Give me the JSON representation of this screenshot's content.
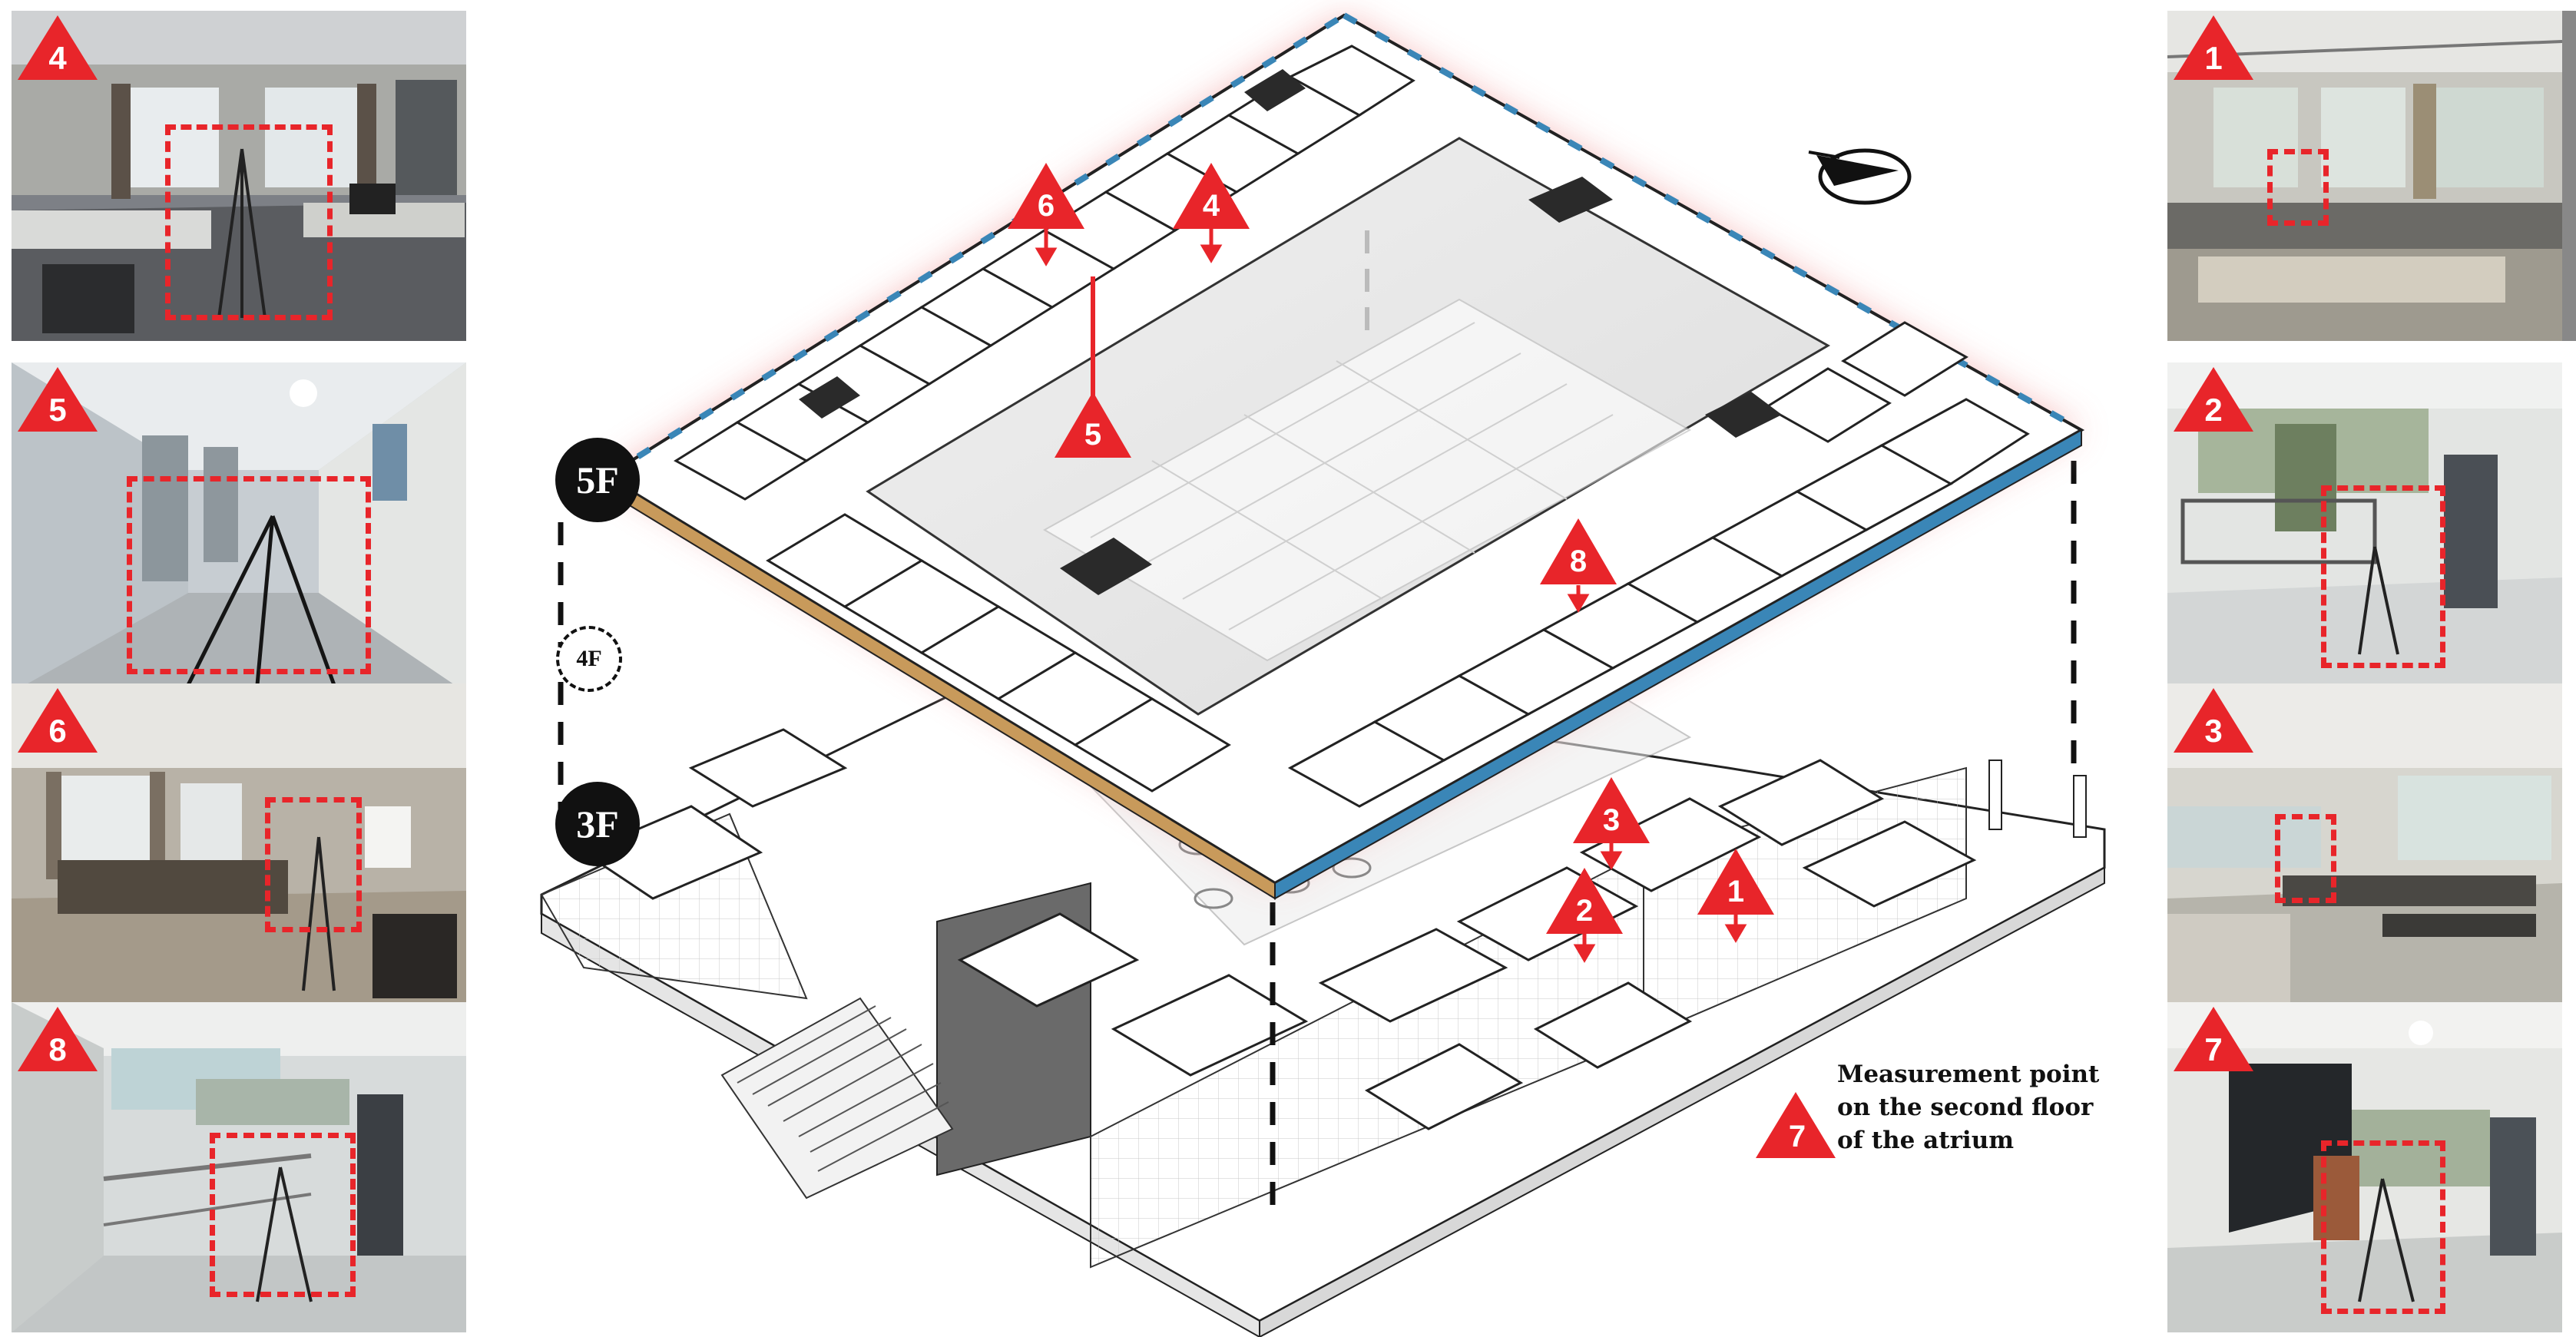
{
  "floor_labels": {
    "top": "5F",
    "middle": "4F",
    "bottom": "3F"
  },
  "legend": {
    "marker_label": "7",
    "lines": [
      "Measurement point",
      "on the second floor",
      "of the atrium"
    ]
  },
  "colors": {
    "marker": "#e8252a",
    "floor_label": "#111111",
    "glow": "#f3b4b4",
    "window_strip": "#3a86b7",
    "wood_strip": "#c89a5b"
  },
  "icons": {
    "compass": "north-arrow-compass-icon"
  },
  "diagram_markers": [
    {
      "id": "6",
      "label": "6"
    },
    {
      "id": "4",
      "label": "4"
    },
    {
      "id": "5",
      "label": "5"
    },
    {
      "id": "8",
      "label": "8"
    },
    {
      "id": "3",
      "label": "3"
    },
    {
      "id": "2",
      "label": "2"
    },
    {
      "id": "1",
      "label": "1"
    }
  ],
  "photos_left": [
    {
      "label": "4",
      "scene": "office-with-windows"
    },
    {
      "label": "5",
      "scene": "corridor"
    },
    {
      "label": "6",
      "scene": "meeting-room"
    },
    {
      "label": "8",
      "scene": "atrium-corridor"
    }
  ],
  "photos_right": [
    {
      "label": "1",
      "scene": "studio-with-desks"
    },
    {
      "label": "2",
      "scene": "atrium-railing"
    },
    {
      "label": "3",
      "scene": "studio-tables"
    },
    {
      "label": "7",
      "scene": "atrium-staircase"
    }
  ]
}
